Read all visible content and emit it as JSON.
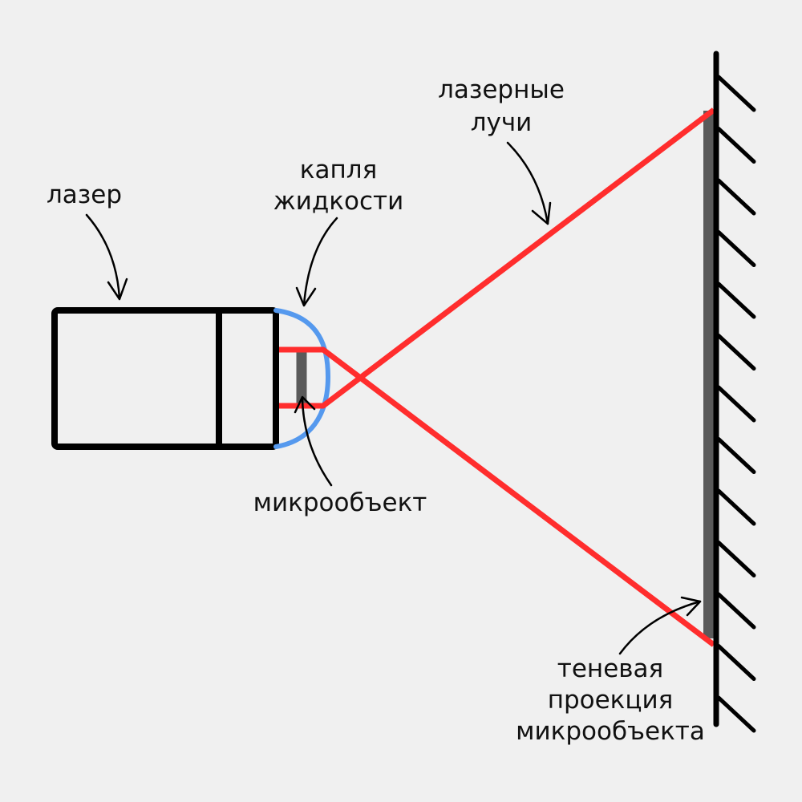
{
  "labels": {
    "laser": "лазер",
    "drop_line1": "капля",
    "drop_line2": "жидкости",
    "beams_line1": "лазерные",
    "beams_line2": "лучи",
    "micro_object": "микрообъект",
    "shadow_line1": "теневая",
    "shadow_line2": "проекция",
    "shadow_line3": "микрообъекта"
  },
  "colors": {
    "background": "#f0f0f0",
    "outline": "#000000",
    "laser_beam": "#ff2d2d",
    "liquid_drop": "#5599ee",
    "object_and_shadow": "#5a5a5a",
    "text": "#111111"
  }
}
